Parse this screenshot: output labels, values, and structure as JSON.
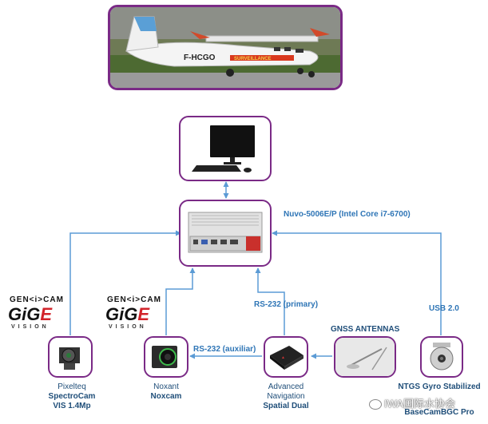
{
  "nodes": {
    "main_computer": {
      "line1": "Nuvo-5006E/P (Intel Core i7-6700)"
    },
    "pixelteq": {
      "line1": "Pixelteq",
      "line2": "SpectroCam",
      "line3": "VIS 1.4Mp"
    },
    "noxant": {
      "line1": "Noxant",
      "line2": "Noxcam"
    },
    "advanced_nav": {
      "line1": "Advanced",
      "line2": "Navigation",
      "line3": "Spatial Dual"
    },
    "ntgs": {
      "line1": "NTGS Gyro Stabilized",
      "line2": "BaseCamBGC Pro"
    }
  },
  "links": {
    "rs232_primary": "RS-232 (primary)",
    "rs232_aux": "RS-232 (auxiliar)",
    "usb": "USB 2.0",
    "gnss": "GNSS ANTENNAS"
  },
  "logos": {
    "genicam": "GEN<i>CAM",
    "gige": "GiGE",
    "vision": "VISION"
  },
  "aircraft": {
    "registration": "F-HCGO",
    "livery": "SURVEILLANCE"
  },
  "watermark": "IWA国际水协会",
  "colors": {
    "border": "#7a2a86",
    "line": "#5b9bd5",
    "label": "#2e75b6",
    "text": "#1f4e79"
  }
}
